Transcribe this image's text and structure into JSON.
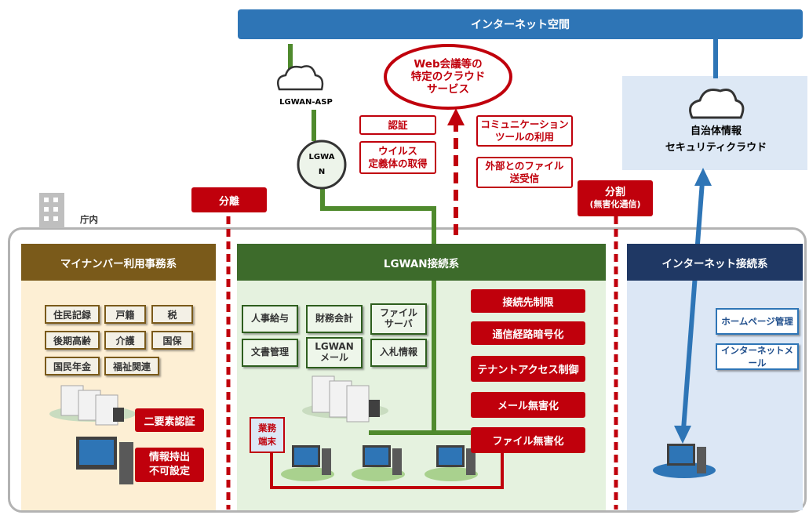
{
  "internet_bar": {
    "label": "インターネット空間"
  },
  "cloud_service": {
    "line1": "Web会議等の",
    "line2": "特定のクラウド",
    "line3": "サービス"
  },
  "lgwan_asp": {
    "label": "LGWAN-ASP"
  },
  "lgwan_node": {
    "line1": "LGWA",
    "line2": "N"
  },
  "security_cloud": {
    "line1": "自治体情報",
    "line2": "セキュリティクラウド"
  },
  "cloud_functions": {
    "auth": "認証",
    "virus_line1": "ウイルス",
    "virus_line2": "定義体の取得",
    "comm_line1": "コミュニケーション",
    "comm_line2": "ツールの利用",
    "file_line1": "外部とのファイル",
    "file_line2": "送受信"
  },
  "separators": {
    "bunri": "分離",
    "bunkatsu_line1": "分割",
    "bunkatsu_line2": "(無害化通信)"
  },
  "office": {
    "label": "庁内"
  },
  "mynumber": {
    "header": "マイナンバー利用事務系",
    "items": [
      "住民記録",
      "戸籍",
      "税",
      "後期高齢",
      "介護",
      "国保",
      "国民年金",
      "福祉関連"
    ],
    "two_factor": "二要素認証",
    "no_export_line1": "情報持出",
    "no_export_line2": "不可設定"
  },
  "lgwan_zone": {
    "header": "LGWAN接続系",
    "items": {
      "jinji": "人事給与",
      "zaimu": "財務会計",
      "file_line1": "ファイル",
      "file_line2": "サーバ",
      "bunsho": "文書管理",
      "mail_line1": "LGWAN",
      "mail_line2": "メール",
      "nyusatsu": "入札情報"
    },
    "controls": [
      "接続先制限",
      "通信経路暗号化",
      "テナントアクセス制御",
      "メール無害化",
      "ファイル無害化"
    ],
    "terminal_line1": "業務",
    "terminal_line2": "端末"
  },
  "internet_zone": {
    "header": "インターネット接続系",
    "items": [
      "ホームページ管理",
      "インターネットメール"
    ]
  },
  "colors": {
    "internet_blue": "#2e75b6",
    "lgwan_green": "#4f8a2d",
    "mynumber_brown": "#7a5a1a",
    "alert_red": "#c0000c",
    "header_navy": "#1f3864"
  }
}
